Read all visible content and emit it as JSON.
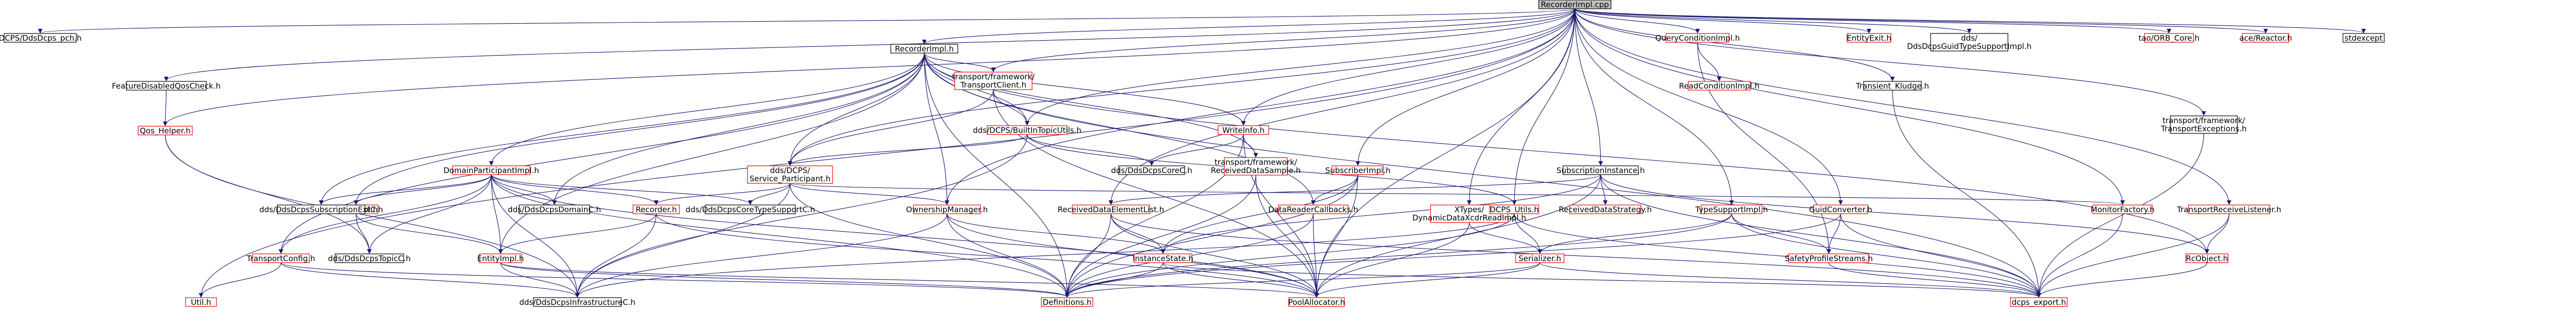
{
  "graph": {
    "colors": {
      "edge": "#191970",
      "root_fill": "#bfbfbf",
      "root_border": "#000000",
      "node_fill": "#ffffff",
      "node_border_normal": "#000000",
      "node_border_red": "#ff0000",
      "text": "#000000"
    },
    "nodes": [
      {
        "id": "root",
        "label": "RecorderImpl.cpp",
        "border": "root"
      },
      {
        "id": "dcps_pch",
        "label": "DCPS/DdsDcps_pch.h",
        "border": "black"
      },
      {
        "id": "recorderimpl_h",
        "label": "RecorderImpl.h",
        "border": "black"
      },
      {
        "id": "featuredisabled",
        "label": "FeatureDisabledQosCheck.h",
        "border": "black"
      },
      {
        "id": "qos_helper",
        "label": "Qos_Helper.h",
        "border": "red"
      },
      {
        "id": "transport_client",
        "label": "transport/framework/TransportClient.h",
        "border": "red"
      },
      {
        "id": "builtin_topic_utils",
        "label": "dds/DCPS/BuiltInTopicUtils.h",
        "border": "red"
      },
      {
        "id": "writeinfo",
        "label": "WriteInfo.h",
        "border": "red"
      },
      {
        "id": "dcps_service_participant",
        "label": "dds/DCPS/Service_Participant.h",
        "border": "red"
      },
      {
        "id": "domainparticipantimpl",
        "label": "DomainParticipantImpl.h",
        "border": "red"
      },
      {
        "id": "subscriberimpl",
        "label": "SubscriberImpl.h",
        "border": "red"
      },
      {
        "id": "receiveddata_sample",
        "label": "transport/framework/ReceivedDataSample.h",
        "border": "red"
      },
      {
        "id": "subscriptioninstance",
        "label": "SubscriptionInstance.h",
        "border": "black"
      },
      {
        "id": "querycondition",
        "label": "QueryConditionImpl.h",
        "border": "red"
      },
      {
        "id": "readcondition",
        "label": "ReadConditionImpl.h",
        "border": "red"
      },
      {
        "id": "entityexit",
        "label": "EntityExit.h",
        "border": "red"
      },
      {
        "id": "ddsdcps_guid_typesupport",
        "label": "dds/DdsDcpsGuidTypeSupportImpl.h",
        "border": "black"
      },
      {
        "id": "tao_orb_core",
        "label": "tao/ORB_Core.h",
        "border": "red"
      },
      {
        "id": "ace_reactor",
        "label": "ace/Reactor.h",
        "border": "red"
      },
      {
        "id": "stdexcept",
        "label": "stdexcept",
        "border": "black"
      },
      {
        "id": "transient_kludge",
        "label": "Transient_Kludge.h",
        "border": "black"
      },
      {
        "id": "transport_exceptions",
        "label": "transport/framework/TransportExceptions.h",
        "border": "black"
      },
      {
        "id": "topicimpl",
        "label": "TopicImpl.h",
        "border": "red"
      },
      {
        "id": "ddsdcps_subscription_ext",
        "label": "dds/DdsDcpsSubscriptionExtC.h",
        "border": "black"
      },
      {
        "id": "ddsdcps_domain",
        "label": "dds/DdsDcpsDomainC.h",
        "border": "black"
      },
      {
        "id": "recorder_h",
        "label": "Recorder.h",
        "border": "red"
      },
      {
        "id": "ddsdcps_core_typesupport",
        "label": "dds/DdsDcpsCoreTypeSupportC.h",
        "border": "black"
      },
      {
        "id": "ddsdcps_core",
        "label": "dds/DdsDcpsCoreC.h",
        "border": "black"
      },
      {
        "id": "ownershipmanager",
        "label": "OwnershipManager.h",
        "border": "red"
      },
      {
        "id": "receiveddata_elementlist",
        "label": "ReceivedDataElementList.h",
        "border": "red"
      },
      {
        "id": "datareadercallbacks",
        "label": "DataReaderCallbacks.h",
        "border": "red"
      },
      {
        "id": "xtypes_dynamic",
        "label": "XTypes/DynamicDataXcdrReadImpl.h",
        "border": "red"
      },
      {
        "id": "dcps_utils",
        "label": "DCPS_Utils.h",
        "border": "red"
      },
      {
        "id": "receiveddata_strategy",
        "label": "ReceivedDataStrategy.h",
        "border": "red"
      },
      {
        "id": "typesupportimpl",
        "label": "TypeSupportImpl.h",
        "border": "red"
      },
      {
        "id": "guidconverter",
        "label": "GuidConverter.h",
        "border": "red"
      },
      {
        "id": "monitorfactory",
        "label": "MonitorFactory.h",
        "border": "red"
      },
      {
        "id": "transport_receive_listener",
        "label": "TransportReceiveListener.h",
        "border": "red"
      },
      {
        "id": "transportconfig",
        "label": "TransportConfig.h",
        "border": "red"
      },
      {
        "id": "util_h",
        "label": "Util.h",
        "border": "red"
      },
      {
        "id": "ddsdcps_topic",
        "label": "dds/DdsDcpsTopicC.h",
        "border": "black"
      },
      {
        "id": "entityimpl",
        "label": "EntityImpl.h",
        "border": "red"
      },
      {
        "id": "instancestate",
        "label": "InstanceState.h",
        "border": "red"
      },
      {
        "id": "serializer",
        "label": "Serializer.h",
        "border": "red"
      },
      {
        "id": "safetyprofilestreams",
        "label": "SafetyProfileStreams.h",
        "border": "red"
      },
      {
        "id": "rcobject",
        "label": "RcObject.h",
        "border": "red"
      },
      {
        "id": "ddsdcps_infrastructure",
        "label": "dds/DdsDcpsInfrastructureC.h",
        "border": "black"
      },
      {
        "id": "definitions",
        "label": "Definitions.h",
        "border": "red"
      },
      {
        "id": "poolallocator",
        "label": "PoolAllocator.h",
        "border": "red"
      },
      {
        "id": "dcps_export",
        "label": "dcps_export.h",
        "border": "red"
      }
    ]
  }
}
